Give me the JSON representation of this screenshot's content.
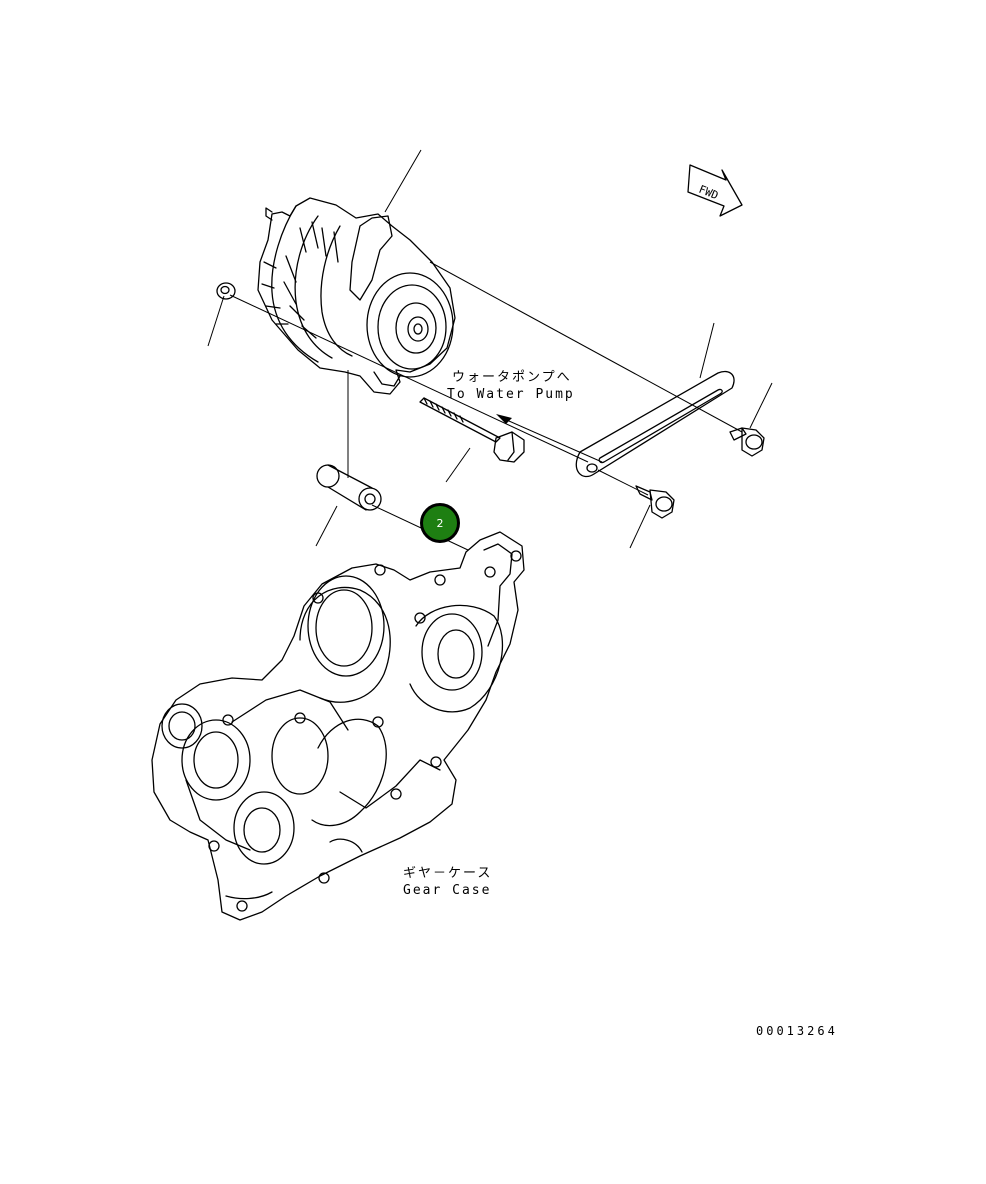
{
  "labels": {
    "water_pump_jp": "ウォータポンプへ",
    "water_pump_en": "To Water Pump",
    "gear_case_jp": "ギヤ－ケース",
    "gear_case_en": "Gear Case",
    "fwd": "FWD",
    "document_id": "00013264"
  },
  "callouts": [
    {
      "number": "2",
      "color": "#1e7f12"
    }
  ]
}
